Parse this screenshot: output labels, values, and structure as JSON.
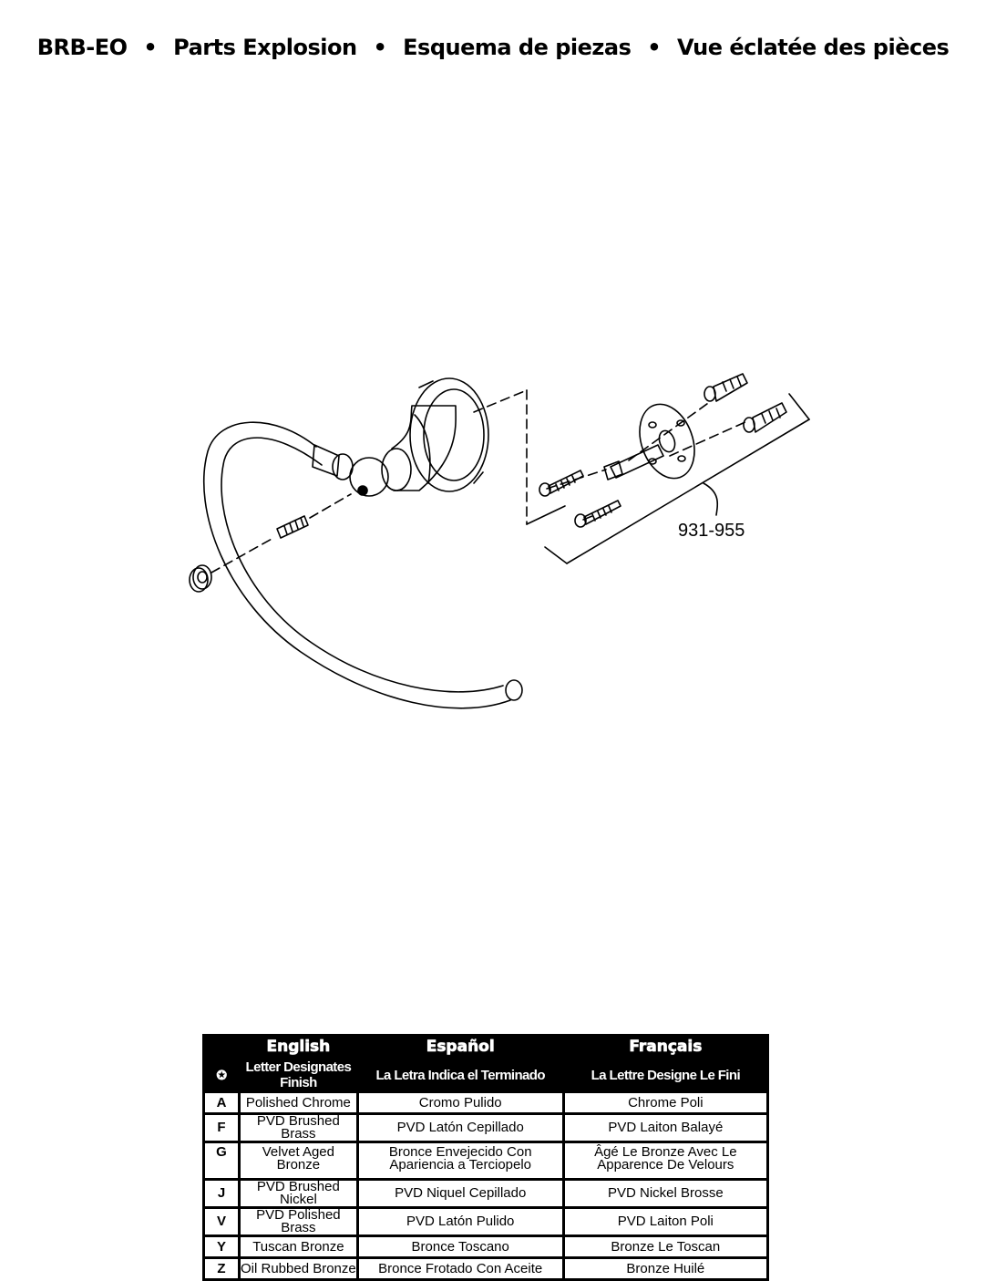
{
  "header": {
    "model": "BRB-EO",
    "separator": "•",
    "en": "Parts Explosion",
    "es": "Esquema de piezas",
    "fr": "Vue éclatée des pièces"
  },
  "diagram": {
    "part_number": "931-955"
  },
  "finish_table": {
    "languages": [
      "English",
      "Español",
      "Français"
    ],
    "symbol": "✪",
    "subheaders": [
      "Letter Designates Finish",
      "La Letra Indica el Terminado",
      "La Lettre Designe Le Fini"
    ],
    "rows": [
      {
        "code": "A",
        "en": "Polished Chrome",
        "es": "Cromo Pulido",
        "fr": "Chrome Poli"
      },
      {
        "code": "F",
        "en": "PVD Brushed Brass",
        "es": "PVD Latón Cepillado",
        "fr": "PVD Laiton Balayé"
      },
      {
        "code": "G",
        "en": "Velvet Aged Bronze",
        "es": "Bronce Envejecido Con Apariencia a Terciopelo",
        "fr": "Âgé Le Bronze Avec Le Apparence De Velours"
      },
      {
        "code": "J",
        "en": "PVD Brushed Nickel",
        "es": "PVD Niquel Cepillado",
        "fr": "PVD Nickel Brosse"
      },
      {
        "code": "V",
        "en": "PVD Polished Brass",
        "es": "PVD Latón Pulido",
        "fr": "PVD Laiton Poli"
      },
      {
        "code": "Y",
        "en": "Tuscan Bronze",
        "es": "Bronce Toscano",
        "fr": "Bronze Le Toscan"
      },
      {
        "code": "Z",
        "en": "Oil Rubbed Bronze",
        "es": "Bronce Frotado Con Aceite",
        "fr": "Bronze Huilé"
      }
    ]
  }
}
